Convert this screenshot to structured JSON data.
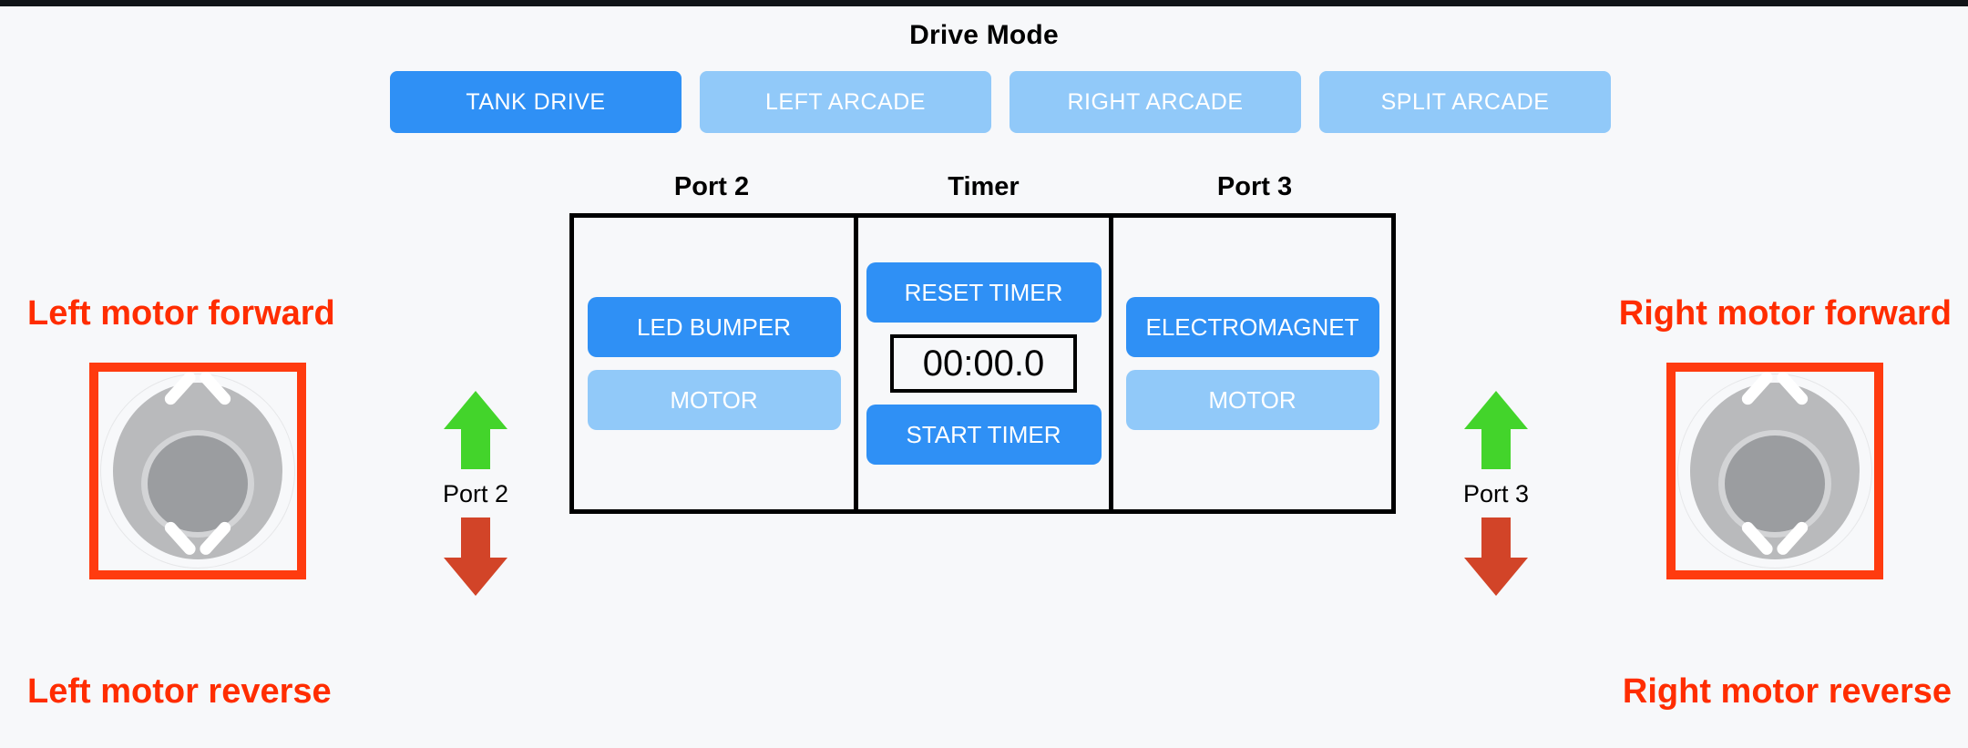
{
  "drive_mode": {
    "title": "Drive Mode",
    "modes": [
      {
        "label": "TANK DRIVE",
        "active": true
      },
      {
        "label": "LEFT ARCADE",
        "active": false
      },
      {
        "label": "RIGHT ARCADE",
        "active": false
      },
      {
        "label": "SPLIT ARCADE",
        "active": false
      }
    ]
  },
  "panel": {
    "headings": {
      "port2": "Port 2",
      "timer": "Timer",
      "port3": "Port 3"
    },
    "port2": {
      "primary_button": "LED BUMPER",
      "secondary_button": "MOTOR"
    },
    "timer": {
      "reset_button": "RESET TIMER",
      "display_value": "00:00.0",
      "start_button": "START TIMER"
    },
    "port3": {
      "primary_button": "ELECTROMAGNET",
      "secondary_button": "MOTOR"
    }
  },
  "left_joystick": {
    "forward_label": "Left motor forward",
    "reverse_label": "Left motor reverse",
    "port_label": "Port 2"
  },
  "right_joystick": {
    "forward_label": "Right motor forward",
    "reverse_label": "Right motor reverse",
    "port_label": "Port 3"
  },
  "colors": {
    "background": "#f7f8fa",
    "accent_blue": "#2f90f5",
    "inactive_blue": "#91c9f9",
    "annotation_red": "#ff2d00",
    "highlight_box_red": "#ff3b0f",
    "arrow_green": "#43d42b",
    "arrow_red": "#d24428",
    "panel_border": "#000000"
  }
}
